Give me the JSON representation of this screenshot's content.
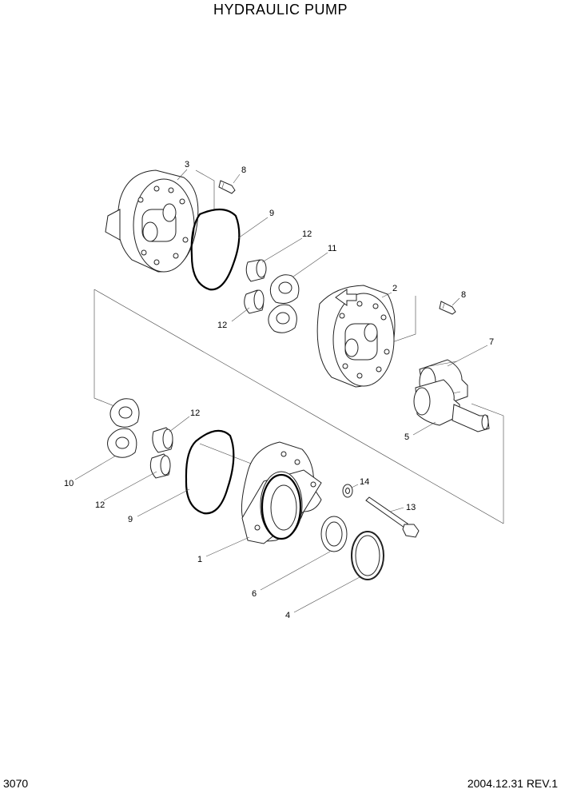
{
  "title": "HYDRAULIC PUMP",
  "page_number": "3070",
  "date_revision": "2004.12.31  REV.1",
  "callouts": {
    "c1": "1",
    "c2": "2",
    "c3": "3",
    "c4": "4",
    "c5": "5",
    "c6": "6",
    "c7": "7",
    "c8a": "8",
    "c8b": "8",
    "c9a": "9",
    "c9b": "9",
    "c10": "10",
    "c11": "11",
    "c12a": "12",
    "c12b": "12",
    "c12c": "12",
    "c12d": "12",
    "c13": "13",
    "c14": "14"
  }
}
